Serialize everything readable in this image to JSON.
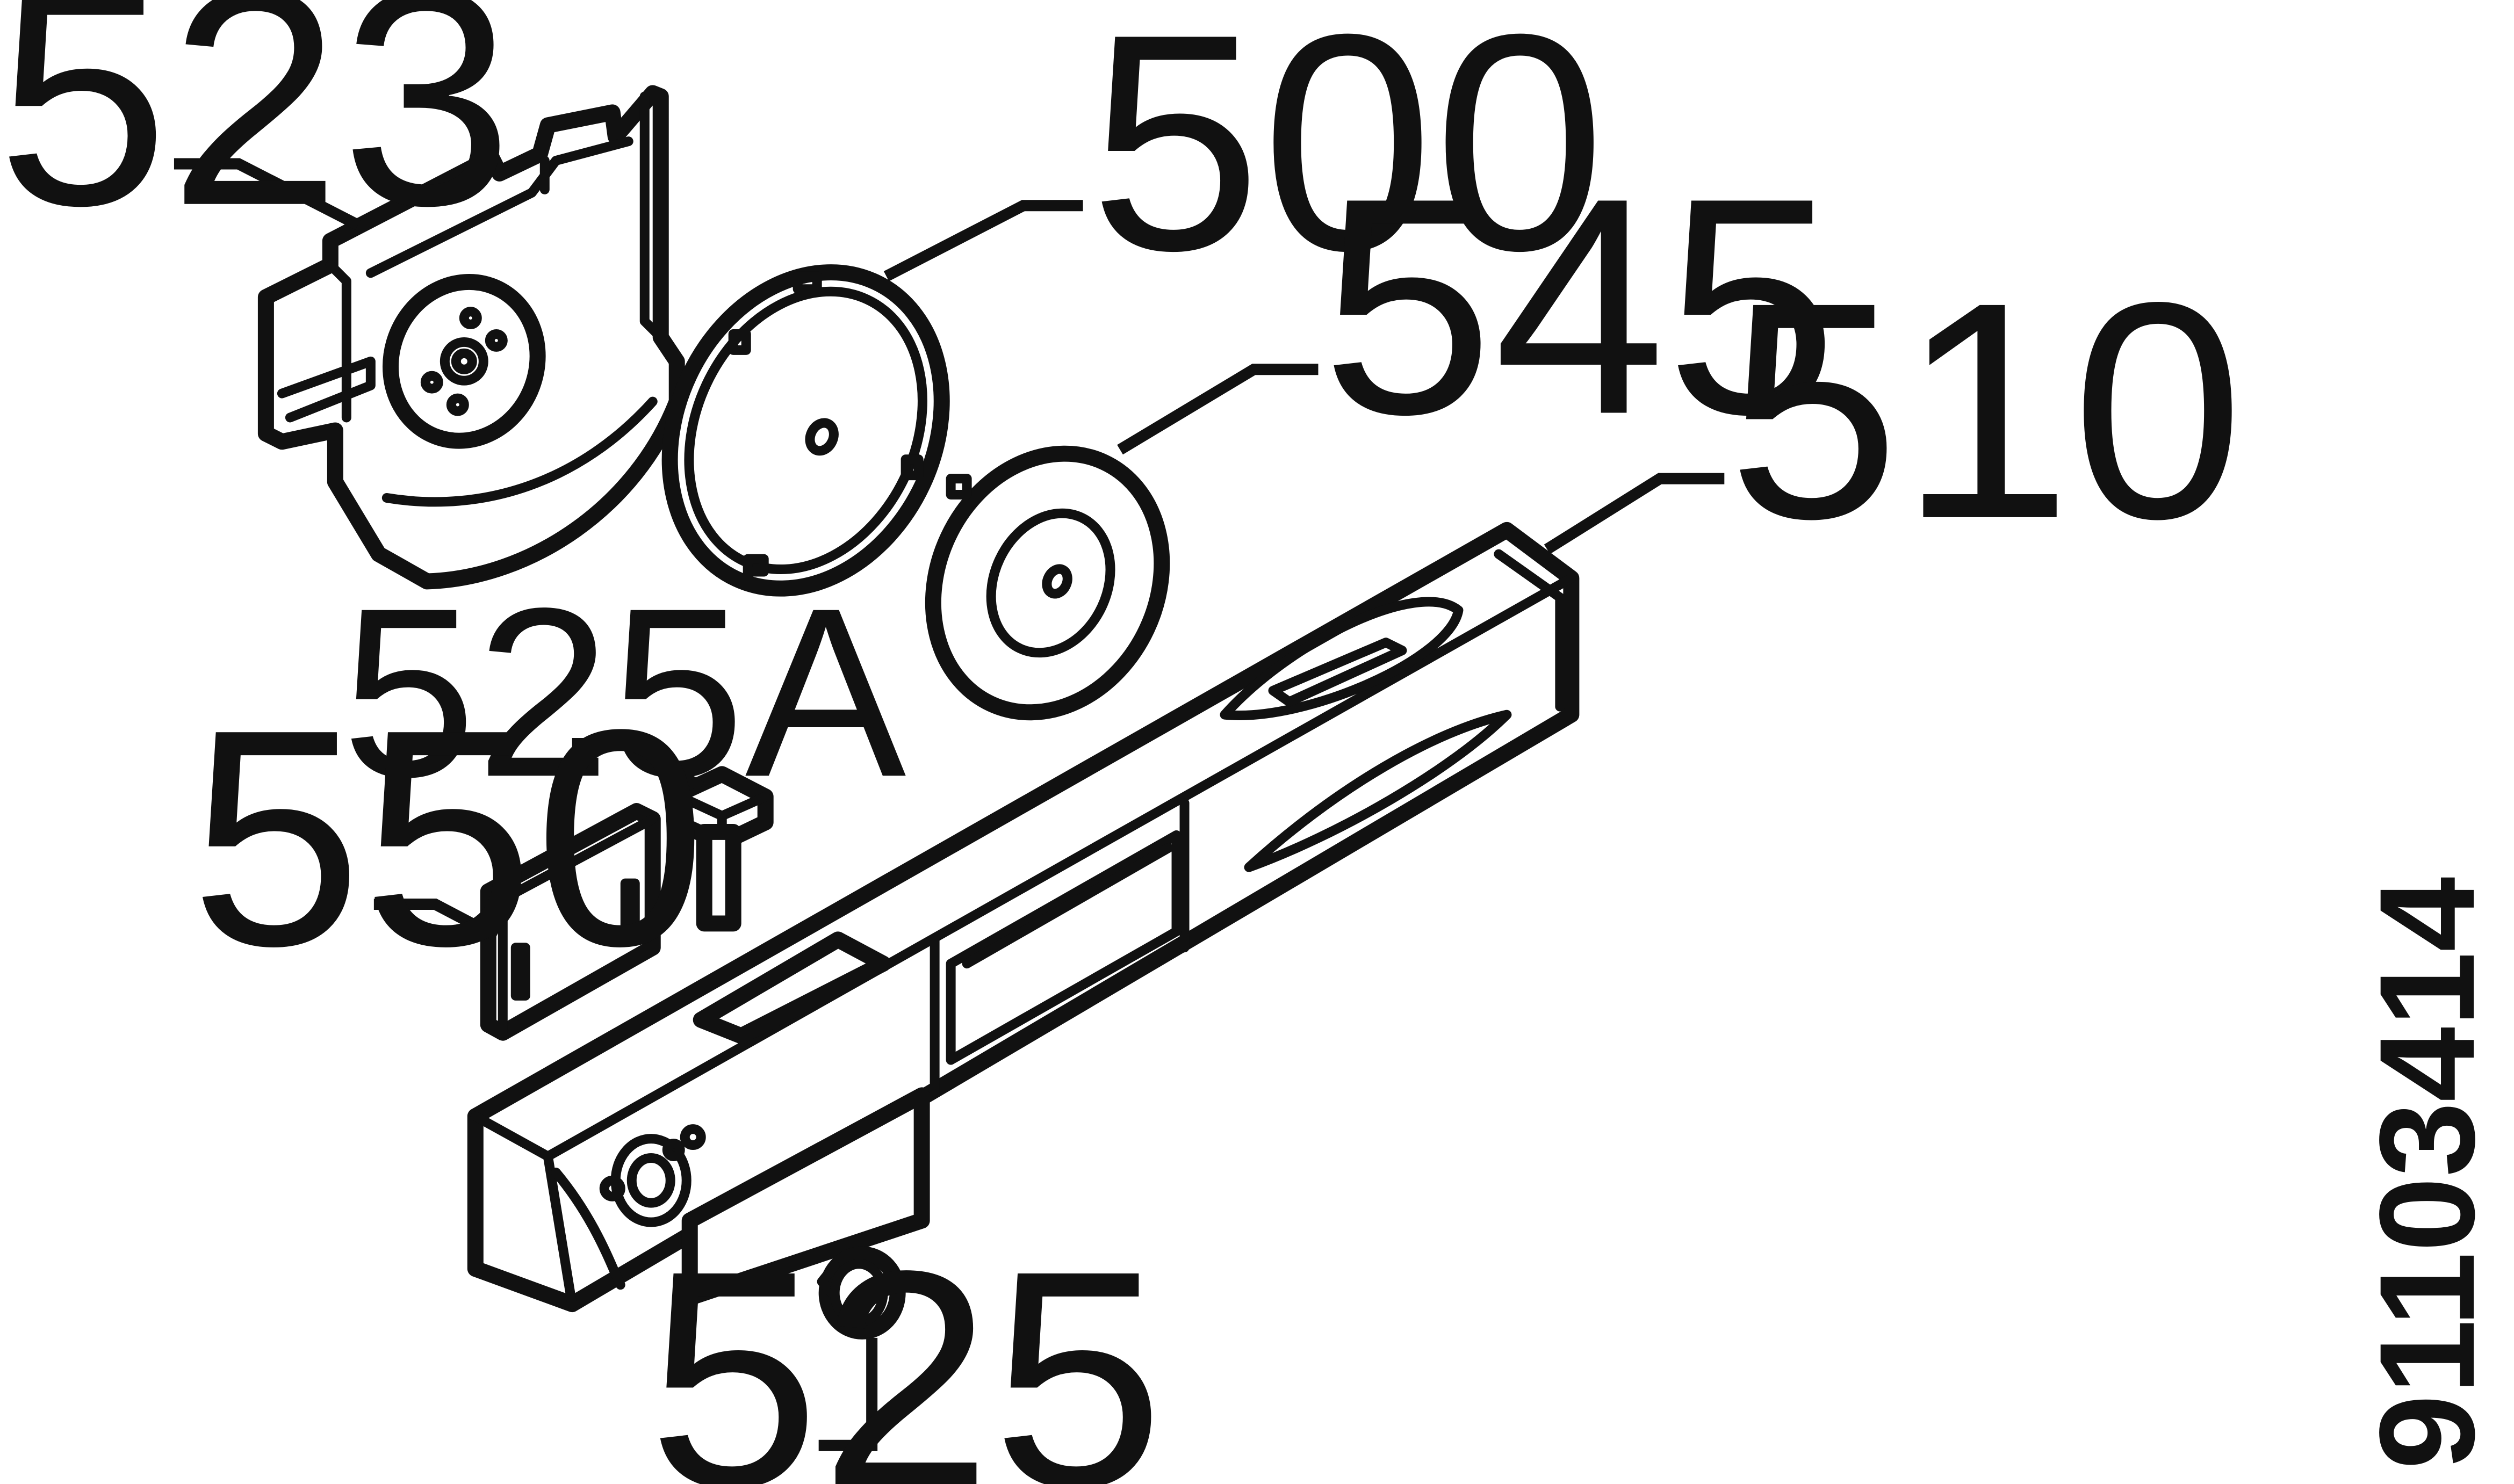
{
  "diagram": {
    "type": "exploded-parts-view",
    "drawing_id": "91103414",
    "parts": [
      {
        "id": "housing-half-shell",
        "callout": "523"
      },
      {
        "id": "knob-disc",
        "callout": "500"
      },
      {
        "id": "program-disc",
        "callout": "545"
      },
      {
        "id": "control-panel",
        "callout": "510"
      },
      {
        "id": "pin-button",
        "callout": "525A"
      },
      {
        "id": "cover-plate",
        "callout": "550"
      },
      {
        "id": "round-knob",
        "callout": "525"
      }
    ]
  }
}
